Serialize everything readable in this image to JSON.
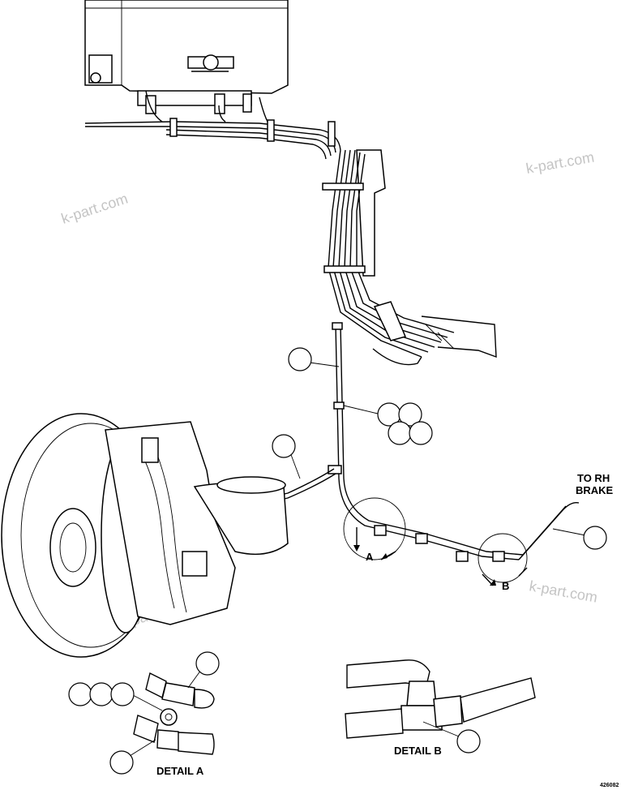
{
  "labels": {
    "to_rh_brake_line1": "TO RH",
    "to_rh_brake_line2": "BRAKE",
    "detail_a_marker": "A",
    "detail_b_marker": "B",
    "detail_a_title": "DETAIL A",
    "detail_b_title": "DETAIL B",
    "figure_number": "426082"
  },
  "watermarks": [
    "k-part.com",
    "k-part.com",
    "k-part.com",
    "k-part.com"
  ]
}
